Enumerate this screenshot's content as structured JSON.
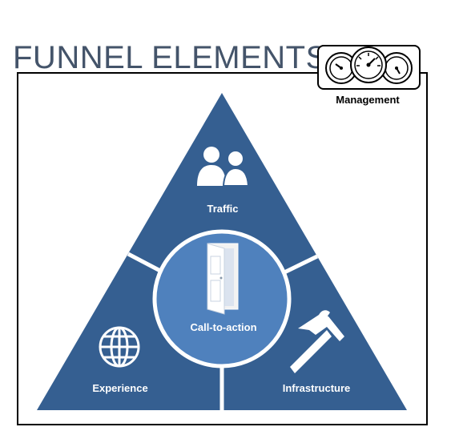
{
  "title": "FUNNEL ELEMENTS",
  "management": {
    "label": "Management",
    "icon": "gauges-icon"
  },
  "segments": {
    "top": {
      "label": "Traffic",
      "icon": "users-icon"
    },
    "left": {
      "label": "Experience",
      "icon": "globe-icon"
    },
    "right": {
      "label": "Infrastructure",
      "icon": "hammer-icon"
    },
    "center": {
      "label": "Call-to-action",
      "icon": "door-icon"
    }
  },
  "colors": {
    "triangle": "#355f91",
    "center": "#4f81bd",
    "title": "#44546a",
    "divider": "#ffffff"
  }
}
